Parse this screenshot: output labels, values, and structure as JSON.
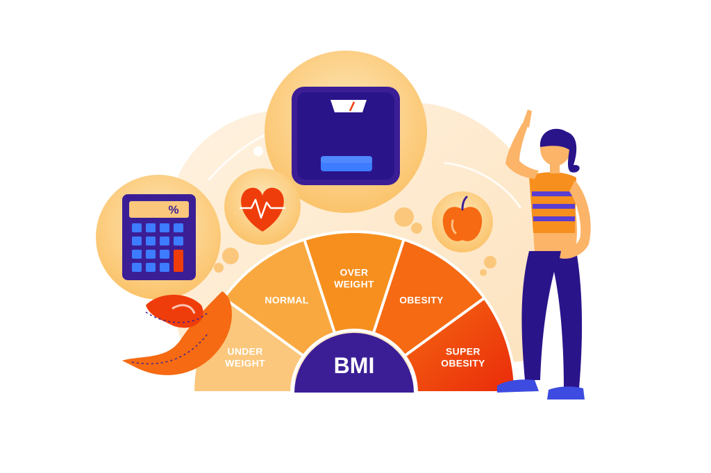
{
  "gauge": {
    "center_label": "BMI",
    "segments": [
      {
        "key": "under_weight",
        "lines": [
          "UNDER",
          "WEIGHT"
        ],
        "color": "#fbc77c"
      },
      {
        "key": "normal",
        "lines": [
          "NORMAL"
        ],
        "color": "#f9a83f"
      },
      {
        "key": "over_weight",
        "lines": [
          "OVER",
          "WEIGHT"
        ],
        "color": "#f78f1e"
      },
      {
        "key": "obesity",
        "lines": [
          "OBESITY"
        ],
        "color": "#f56a12"
      },
      {
        "key": "super_obesity",
        "lines": [
          "SUPER",
          "OBESITY"
        ],
        "color": "#ee3d0b"
      }
    ]
  },
  "calculator": {
    "display_symbol": "%"
  },
  "icons": [
    "weighing-scale-icon",
    "heart-pulse-icon",
    "calculator-icon",
    "apple-icon",
    "measuring-tape-icon"
  ],
  "colors": {
    "indigo": "#3b1e96",
    "accent_blue": "#3d7bff",
    "orange": "#f78f1e",
    "red": "#ee3d0b",
    "peach_bg": "#fde5c4"
  }
}
